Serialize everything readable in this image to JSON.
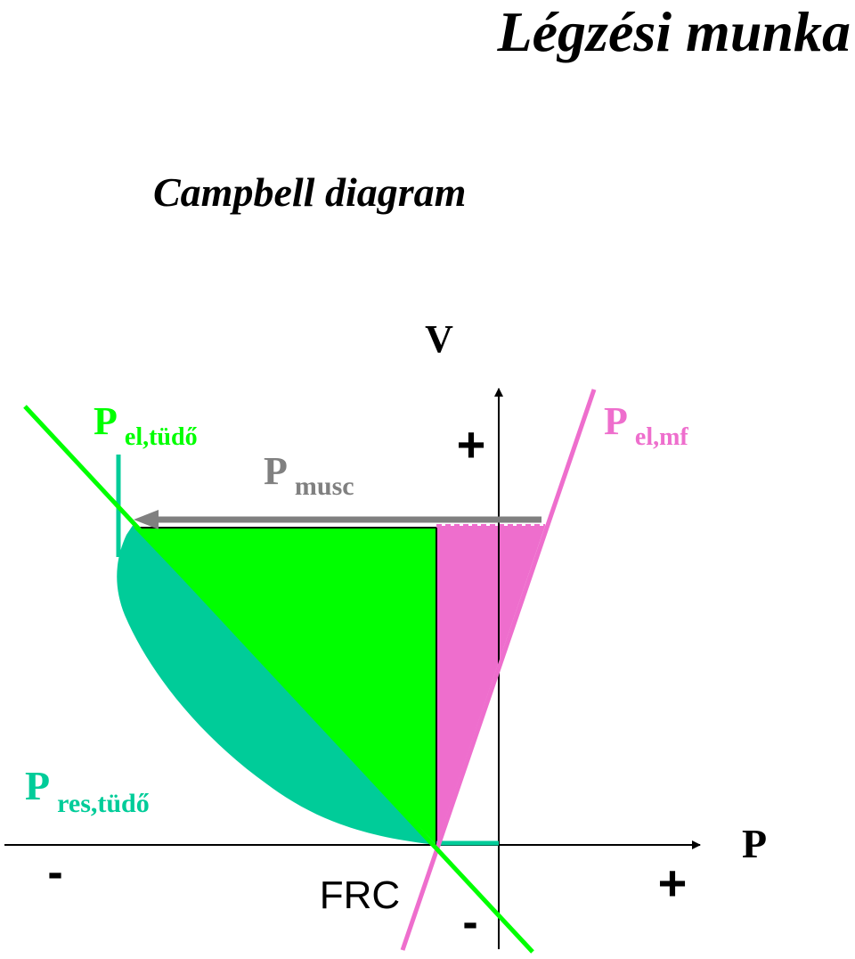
{
  "title": "Légzési munka",
  "subtitle": "Campbell diagram",
  "axes": {
    "y_label": "V",
    "x_label": "P",
    "y_plus": "+",
    "y_minus": "-",
    "x_plus": "+",
    "x_minus": "-"
  },
  "labels": {
    "p_el_tudo": {
      "main": "P",
      "sub": "el,tüdő"
    },
    "p_musc": {
      "main": "P",
      "sub": "musc"
    },
    "p_el_mf": {
      "main": "P",
      "sub": "el,mf"
    },
    "p_res_tudo": {
      "main": "P",
      "sub": "res,tüdő"
    },
    "frc": "FRC"
  },
  "colors": {
    "lung_elastic": "#00ff00",
    "chest_wall_elastic": "#ee6ecd",
    "lung_resistive": "#00cc99",
    "muscle_pressure": "#808080",
    "axis": "#000000"
  }
}
